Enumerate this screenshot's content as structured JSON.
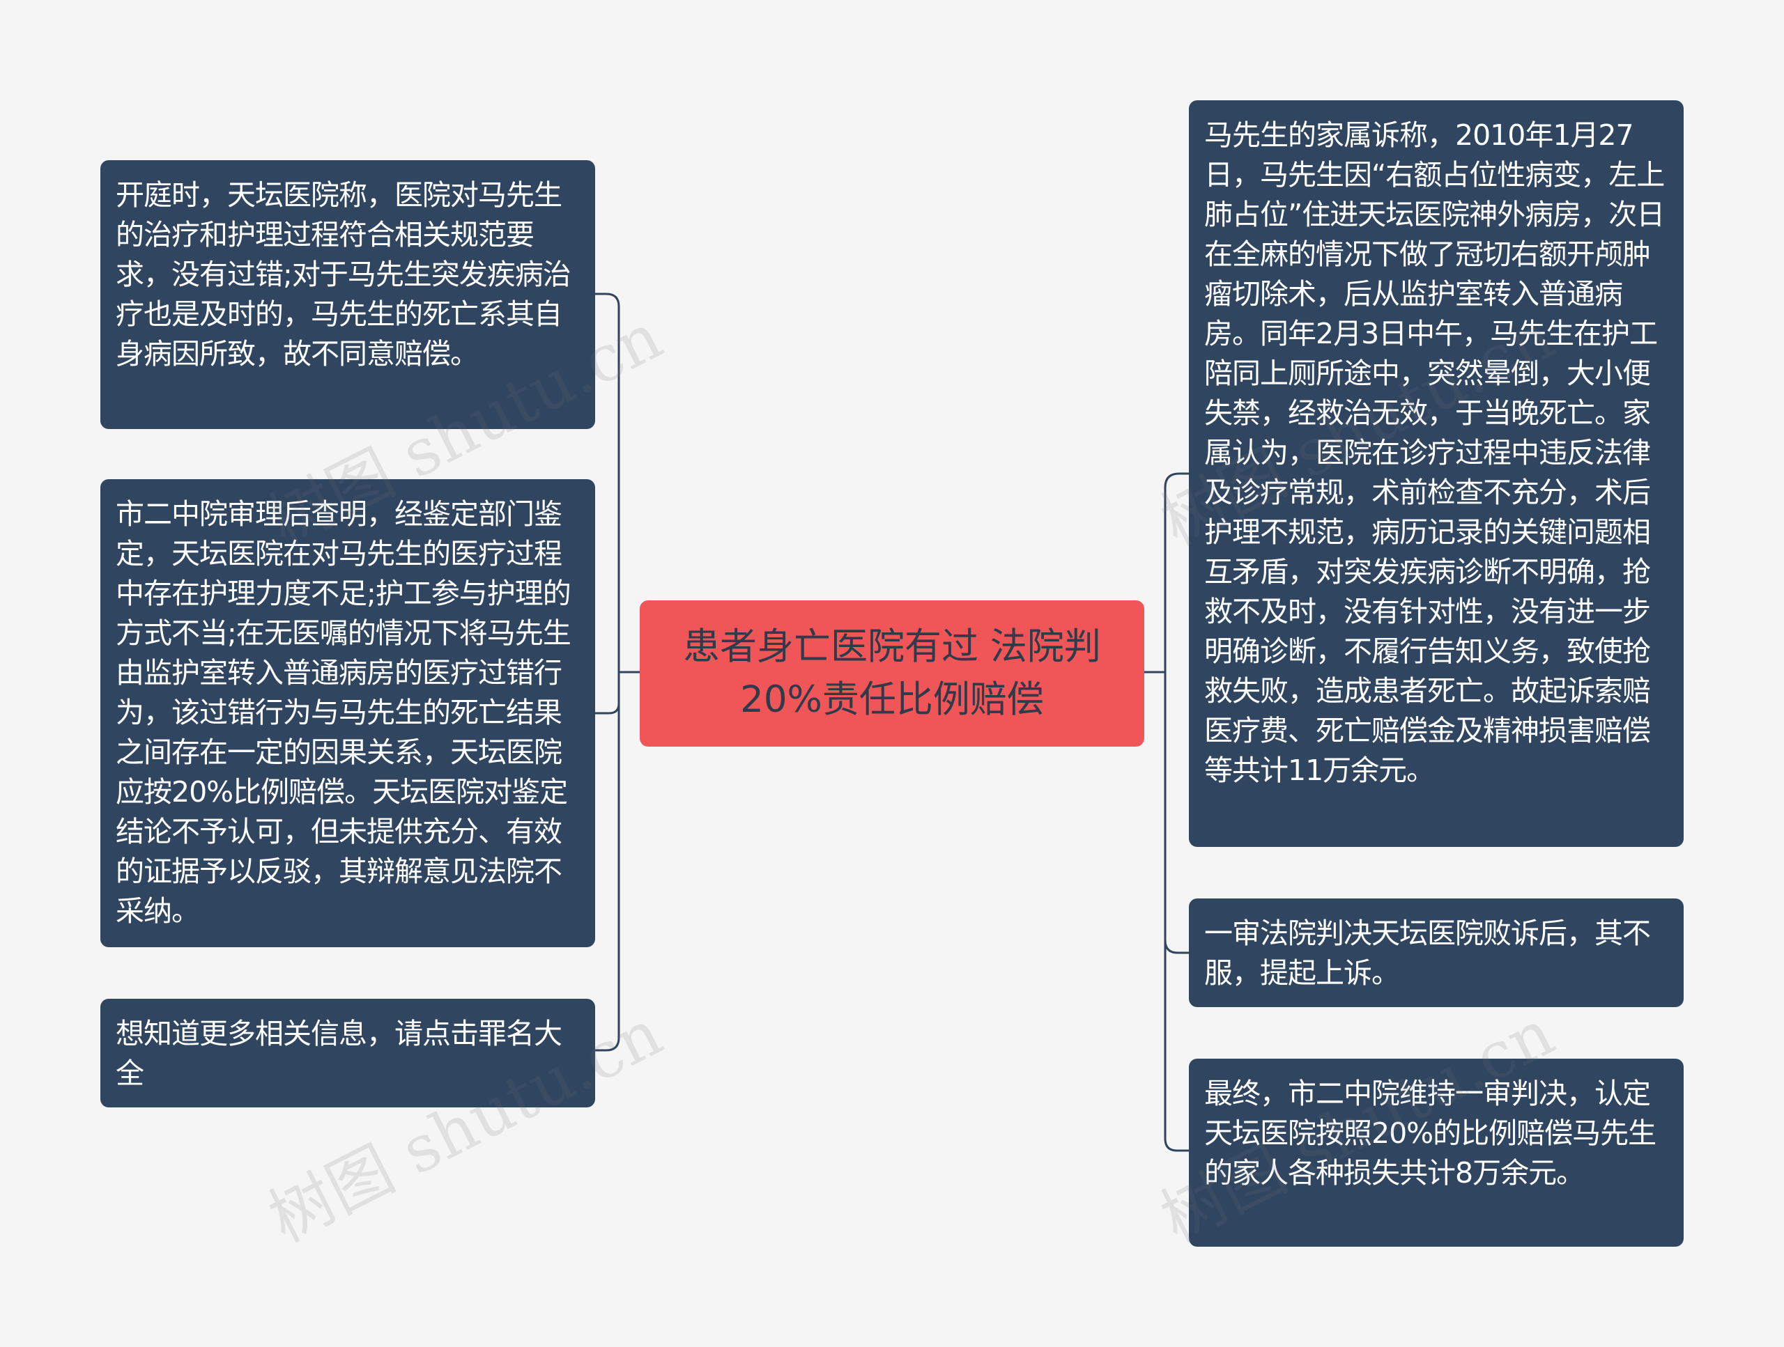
{
  "center": {
    "text": "患者身亡医院有过 法院判20%责任比例赔偿",
    "color": "#f05557"
  },
  "left_nodes": [
    {
      "text": "开庭时，天坛医院称，医院对马先生的治疗和护理过程符合相关规范要求，没有过错;对于马先生突发疾病治疗也是及时的，马先生的死亡系其自身病因所致，故不同意赔偿。"
    },
    {
      "text": "市二中院审理后查明，经鉴定部门鉴定，天坛医院在对马先生的医疗过程中存在护理力度不足;护工参与护理的方式不当;在无医嘱的情况下将马先生由监护室转入普通病房的医疗过错行为，该过错行为与马先生的死亡结果之间存在一定的因果关系，天坛医院应按20%比例赔偿。天坛医院对鉴定结论不予认可，但未提供充分、有效的证据予以反驳，其辩解意见法院不采纳。"
    },
    {
      "text": "想知道更多相关信息，请点击罪名大全"
    }
  ],
  "right_nodes": [
    {
      "text": "马先生的家属诉称，2010年1月27日，马先生因“右额占位性病变，左上肺占位”住进天坛医院神外病房，次日在全麻的情况下做了冠切右额开颅肿瘤切除术，后从监护室转入普通病房。同年2月3日中午，马先生在护工陪同上厕所途中，突然晕倒，大小便失禁，经救治无效，于当晚死亡。家属认为，医院在诊疗过程中违反法律及诊疗常规，术前检查不充分，术后护理不规范，病历记录的关键问题相互矛盾，对突发疾病诊断不明确，抢救不及时，没有针对性，没有进一步明确诊断，不履行告知义务，致使抢救失败，造成患者死亡。故起诉索赔医疗费、死亡赔偿金及精神损害赔偿等共计11万余元。"
    },
    {
      "text": "一审法院判决天坛医院败诉后，其不服，提起上诉。"
    },
    {
      "text": "最终，市二中院维持一审判决，认定天坛医院按照20%的比例赔偿马先生的家人各种损失共计8万余元。"
    }
  ],
  "watermark": {
    "text": "树图 shutu.cn"
  },
  "colors": {
    "node_bg": "#2f4560",
    "line": "#2f4560",
    "background": "#f5f5f5"
  }
}
